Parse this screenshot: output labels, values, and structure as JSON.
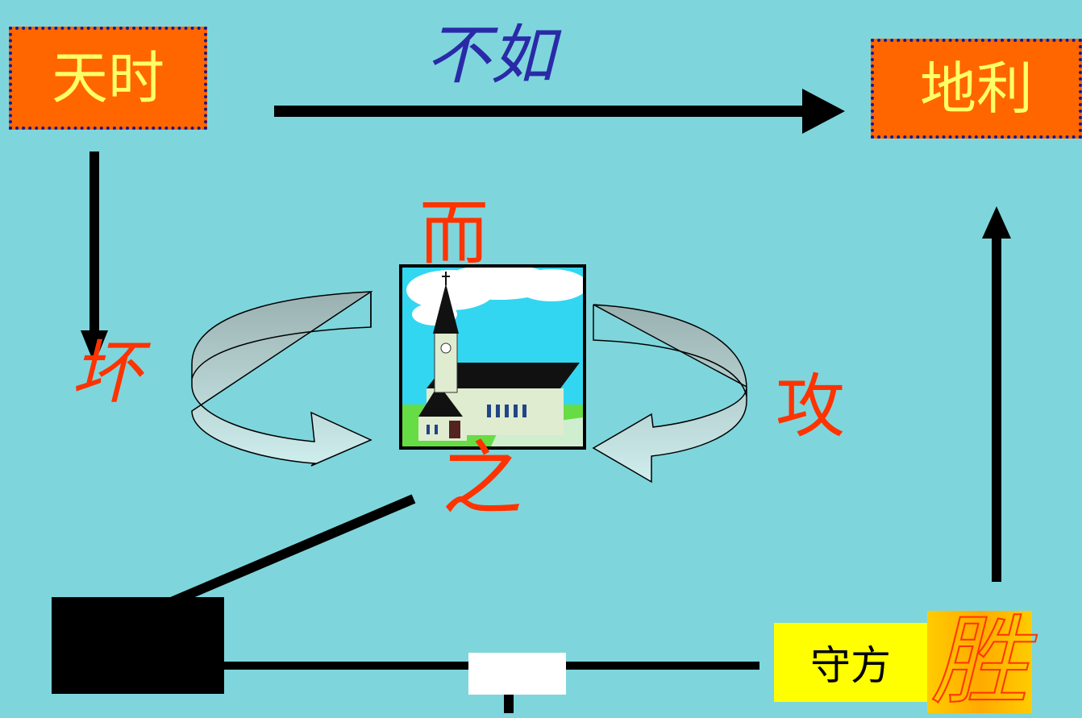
{
  "nodes": {
    "tianshi": "天时",
    "dili": "地利",
    "buru": "不如",
    "er": "而",
    "huai": "坏",
    "gong": "攻",
    "zhi": "之",
    "shoufang": "守方",
    "sheng": "胜"
  },
  "colors": {
    "background": "#7ed6dc",
    "box_orange": "#ff6600",
    "box_text_yellow": "#ffff66",
    "accent_red": "#ff3300",
    "label_blue": "#2a2aa8",
    "shoufang_bg": "#ffff00",
    "sheng_bg": "#ffcc00"
  },
  "icons": {
    "center_image": "church-clipart-icon",
    "left_curved_arrow": "curved-arrow-left-icon",
    "right_curved_arrow": "curved-arrow-right-icon"
  }
}
